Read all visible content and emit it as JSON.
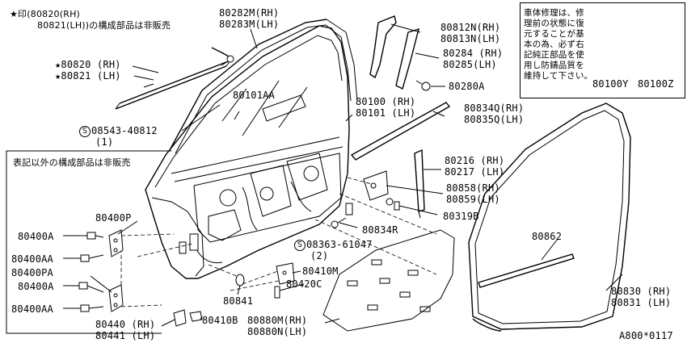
{
  "notes": {
    "not_sold_line1": "★印(80820(RH)",
    "not_sold_line2": "80821(LH))の構成部品は非販売",
    "other_not_sold": "表記以外の構成部品は非販売",
    "repair_notice": "車体修理は、修\n理前の状態に復\n元することが基\n本の為、必ず右\n記純正部品を使\n用し防錆品質を\n維持して下さい。"
  },
  "parts": {
    "p80820": "★80820 (RH)",
    "p80821": "★80821 (LH)",
    "p80282": "80282M(RH)",
    "p80283": "80283M(LH)",
    "p80101aa": "80101AA",
    "p08543": "08543-40812",
    "p08543_qty": "(1)",
    "p80812": "80812N(RH)",
    "p80813": "80813N(LH)",
    "p80284": "80284 (RH)",
    "p80285": "80285(LH)",
    "p80280a": "80280A",
    "p80100": "80100 (RH)",
    "p80101": "80101 (LH)",
    "p80834q": "80834Q(RH)",
    "p80835q": "80835Q(LH)",
    "p80216": "80216 (RH)",
    "p80217": "80217 (LH)",
    "p80858": "80858(RH)",
    "p80859": "80859(LH)",
    "p80319b": "80319B",
    "p80834r": "80834R",
    "p08363": "08363-61047",
    "p08363_qty": "(2)",
    "p80400p": "80400P",
    "p80400a_1": "80400A",
    "p80400aa_1": "80400AA",
    "p80400pa": "80400PA",
    "p80400a_2": "80400A",
    "p80400aa_2": "80400AA",
    "p80410m": "80410M",
    "p80420c": "80420C",
    "p80841": "80841",
    "p80440": "80440 (RH)",
    "p80441": "80441 (LH)",
    "p80410b": "80410B",
    "p80880m": "80880M(RH)",
    "p80880n": "80880N(LH)",
    "p80862": "80862",
    "p80830": "80830 (RH)",
    "p80831": "80831 (LH)",
    "p80100y": "80100Y",
    "p80100z": "80100Z"
  },
  "screw_symbol": "S",
  "footer_code": "A800*0117"
}
